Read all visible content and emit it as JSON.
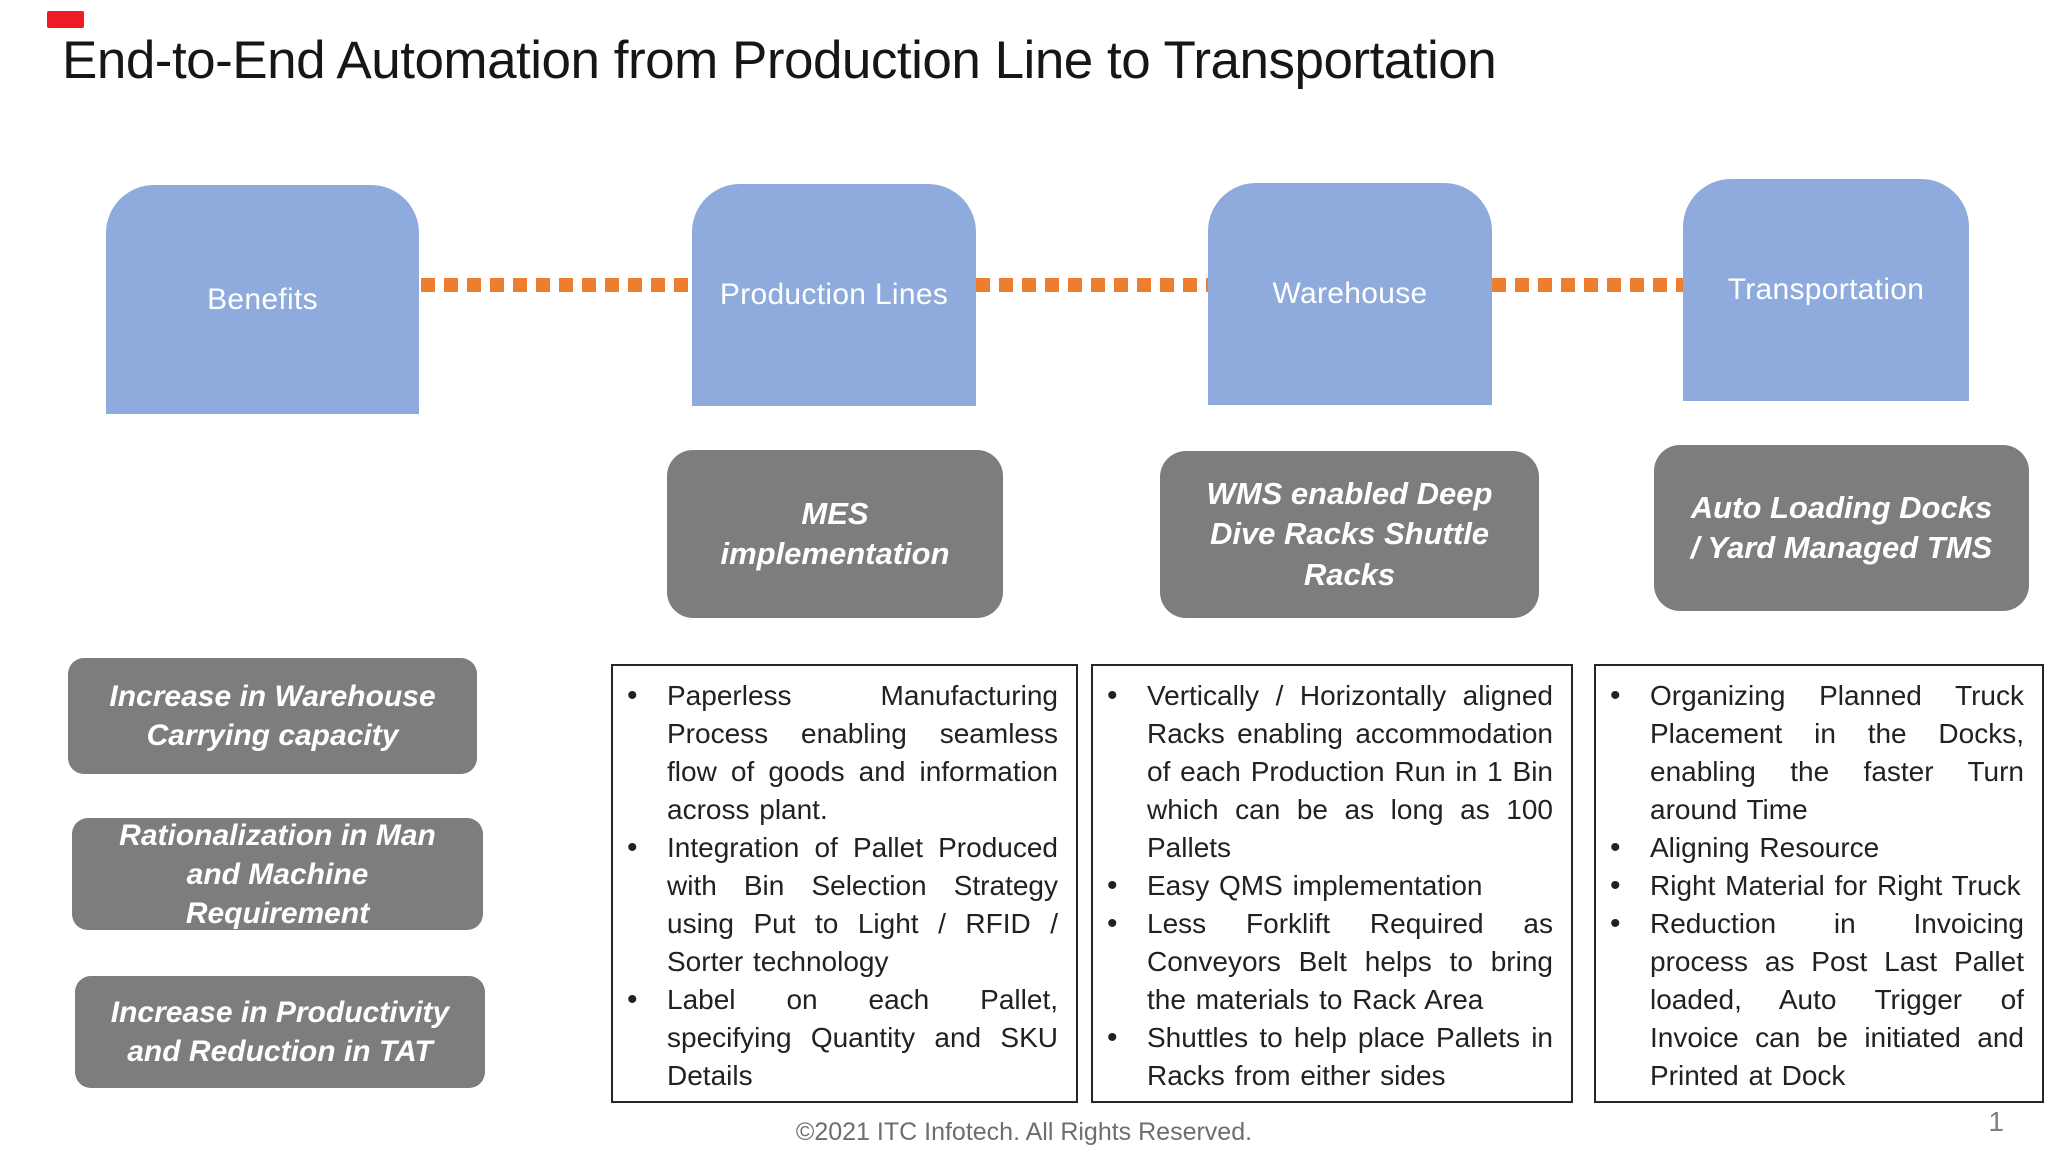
{
  "slide": {
    "title": "End-to-End Automation from Production Line to Transportation",
    "colors": {
      "stage_blue": "#8FAADC",
      "connector_orange": "#ED7D31",
      "callout_gray": "#7D7D7D",
      "marker_red": "#ED1C24"
    },
    "stages": [
      {
        "label": "Benefits"
      },
      {
        "label": "Production Lines"
      },
      {
        "label": "Warehouse"
      },
      {
        "label": "Transportation"
      }
    ],
    "callouts": [
      {
        "text": "MES implementation"
      },
      {
        "text": "WMS enabled Deep Dive Racks Shuttle Racks"
      },
      {
        "text": "Auto Loading Docks / Yard Managed TMS"
      }
    ],
    "benefit_chips": [
      {
        "text": "Increase in Warehouse Carrying capacity"
      },
      {
        "text": "Rationalization in Man and Machine Requirement"
      },
      {
        "text": "Increase in Productivity and Reduction in TAT"
      }
    ],
    "detail_boxes": [
      {
        "bullets": [
          "Paperless Manufacturing Process enabling seamless flow of goods and information across plant.",
          "Integration of Pallet Produced with Bin Selection Strategy using Put to Light / RFID / Sorter technology",
          "Label on each Pallet, specifying Quantity and SKU Details"
        ]
      },
      {
        "bullets": [
          "Vertically / Horizontally aligned Racks enabling accommodation of each Production Run in 1 Bin which can be as long as 100 Pallets",
          "Easy QMS implementation",
          "Less Forklift Required as Conveyors Belt helps to bring the materials to Rack Area",
          "Shuttles to help place Pallets in Racks from either sides"
        ]
      },
      {
        "bullets": [
          "Organizing Planned Truck Placement in the Docks, enabling the faster Turn around Time",
          "Aligning Resource",
          "Right Material for Right Truck",
          "Reduction in Invoicing process as Post Last Pallet loaded, Auto Trigger of Invoice can be initiated and Printed at Dock"
        ]
      }
    ],
    "footer": {
      "copyright": "©2021 ITC Infotech. All Rights Reserved.",
      "page_number": "1"
    }
  }
}
